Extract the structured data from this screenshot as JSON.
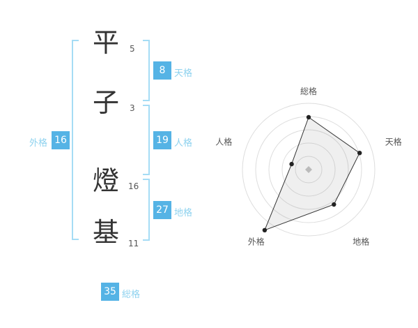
{
  "name": {
    "characters": [
      {
        "char": "平",
        "strokes": "5"
      },
      {
        "char": "子",
        "strokes": "3"
      },
      {
        "char": "燈",
        "strokes": "16"
      },
      {
        "char": "基",
        "strokes": "11"
      }
    ]
  },
  "kaku": {
    "tenkaku": {
      "label": "天格",
      "value": "8"
    },
    "jinkaku": {
      "label": "人格",
      "value": "19"
    },
    "chikaku": {
      "label": "地格",
      "value": "27"
    },
    "gaikaku": {
      "label": "外格",
      "value": "16"
    },
    "soukaku": {
      "label": "総格",
      "value": "35"
    }
  },
  "chart_data": {
    "type": "radar",
    "axes": [
      "総格",
      "天格",
      "地格",
      "外格",
      "人格"
    ],
    "values": [
      35,
      8,
      27,
      16,
      19
    ],
    "normalized_radii": [
      0.79,
      0.81,
      0.65,
      1.13,
      0.27
    ],
    "rings": 5,
    "legend": "none",
    "colors": {
      "ring": "#dddddd",
      "polygon_stroke": "#333333",
      "polygon_fill": "rgba(140,140,140,0.14)",
      "dot": "#222222",
      "center": "#bbbbbb",
      "label": "#555555"
    }
  },
  "colors": {
    "bracket": "#a5dcf5",
    "badge_bg": "#55b3e5",
    "badge_text": "#ffffff",
    "label_text": "#8ed2ef",
    "char_text": "#333333",
    "stroke_text": "#555555"
  }
}
